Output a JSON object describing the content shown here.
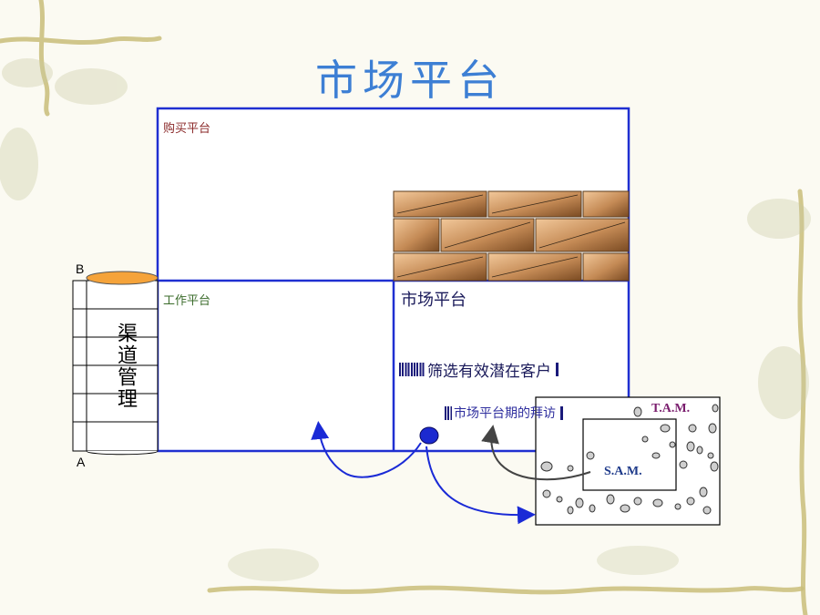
{
  "title": "市场平台",
  "buy_platform": {
    "label": "购买平台",
    "color": "#8b2a2a"
  },
  "work_platform": {
    "label": "工作平台",
    "color": "#3a6b2a"
  },
  "market_platform": {
    "label": "市场平台",
    "step1": "筛选有效潜在客户",
    "step2": "市场平台期的拜访"
  },
  "channel": {
    "label": "渠道管理",
    "top_marker": "B",
    "bottom_marker": "A"
  },
  "tam_label": "T.A.M.",
  "sam_label": "S.A.M.",
  "colors": {
    "frame": "#1f2fd1",
    "title": "#3d7fd4",
    "brick": "#b07a4a",
    "arrow_blue": "#1a2ad6",
    "arrow_gray": "#444444"
  }
}
